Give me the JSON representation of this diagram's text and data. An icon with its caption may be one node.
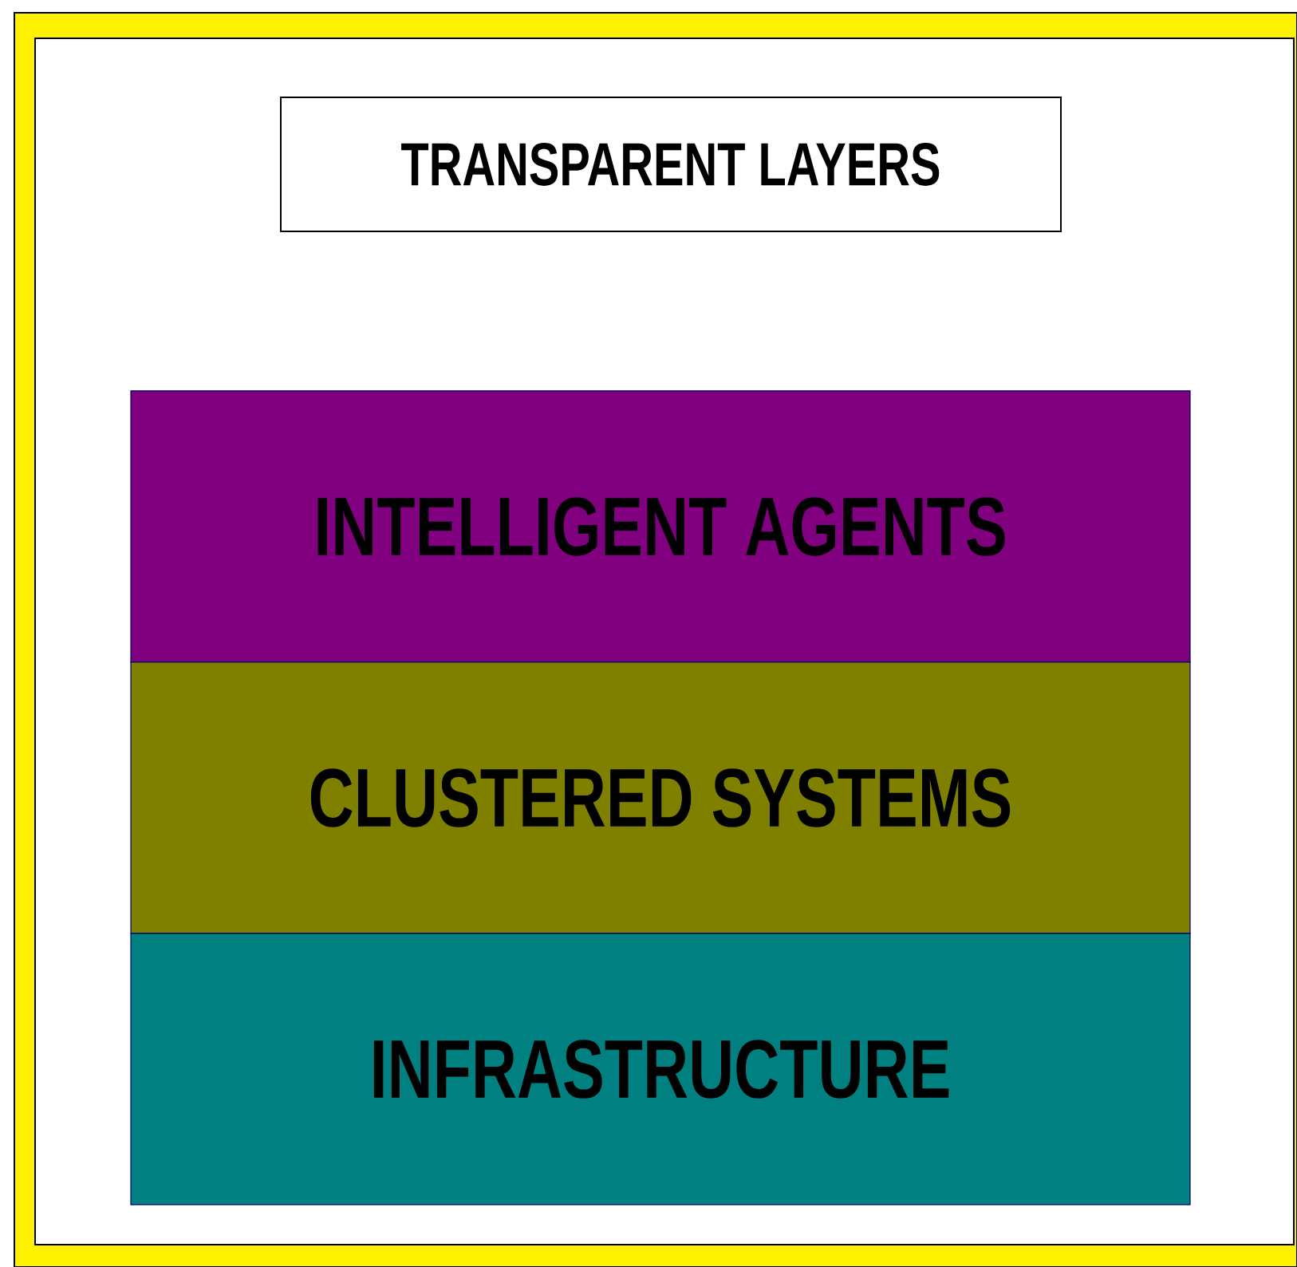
{
  "diagram": {
    "title": "TRANSPARENT LAYERS",
    "nodes": [
      {
        "text": [
          "INTELLIGENT AGENTS"
        ]
      },
      {
        "text": [
          "CLUSTERED SYSTEMS"
        ]
      },
      {
        "text": [
          "INFRASTRUCTURE"
        ]
      }
    ]
  }
}
